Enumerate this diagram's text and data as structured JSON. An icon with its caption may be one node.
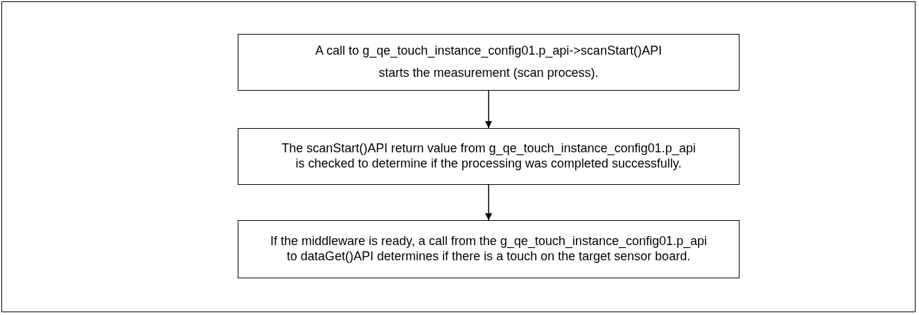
{
  "diagram": {
    "nodes": [
      {
        "text": [
          "A call to g_qe_touch_instance_config01.p_api->scanStart()API",
          "starts the measurement (scan process)."
        ]
      },
      {
        "text": [
          "The scanStart()API return value from g_qe_touch_instance_config01.p_api is checked to determine if the processing was completed successfully."
        ]
      },
      {
        "text": [
          "If the middleware is ready, a call from the g_qe_touch_instance_config01.p_api to dataGet()API determines if there is a touch on the target sensor board."
        ]
      }
    ],
    "edges": [
      {
        "from": 0,
        "to": 1,
        "arrow": "to"
      },
      {
        "from": 1,
        "to": 2,
        "arrow": "to"
      }
    ]
  }
}
